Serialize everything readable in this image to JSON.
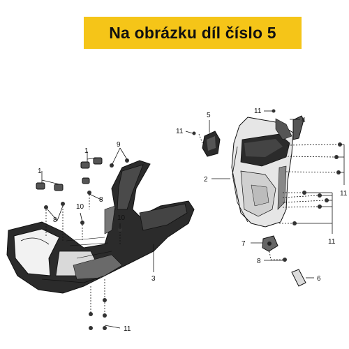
{
  "banner": {
    "text": "Na obrázku díl číslo 5",
    "background": "#f5c518"
  },
  "callouts": {
    "c1a": "1",
    "c1b": "1",
    "c9": "9",
    "c8a": "8",
    "c10a": "10",
    "c10b": "10",
    "c8b": "8",
    "c3": "3",
    "c11bot": "11",
    "c5": "5",
    "c11top": "11",
    "c11left": "11",
    "c4": "4",
    "c2": "2",
    "c11r1": "11",
    "c11r2": "11",
    "c7": "7",
    "c8c": "8",
    "c6": "6"
  },
  "colors": {
    "line": "#111111",
    "part_dark": "#2b2b2b",
    "part_mid": "#555555"
  }
}
